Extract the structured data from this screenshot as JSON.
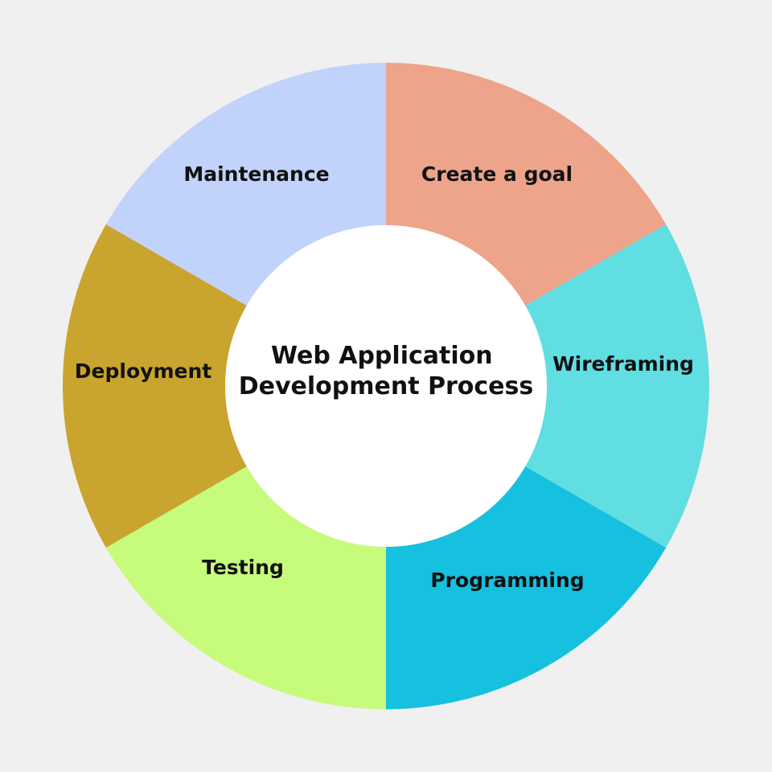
{
  "diagram": {
    "center_title_lines": [
      "Web Application",
      "Development Process"
    ],
    "center_fill": "#ffffff",
    "segments": [
      {
        "label": "Create a goal",
        "color": "#eda48b"
      },
      {
        "label": "Wireframing",
        "color": "#61dee2"
      },
      {
        "label": "Programming",
        "color": "#16c0df"
      },
      {
        "label": "Testing",
        "color": "#c6fb7b"
      },
      {
        "label": "Deployment",
        "color": "#c9a42e"
      },
      {
        "label": "Maintenance",
        "color": "#c2d3fb"
      }
    ]
  }
}
